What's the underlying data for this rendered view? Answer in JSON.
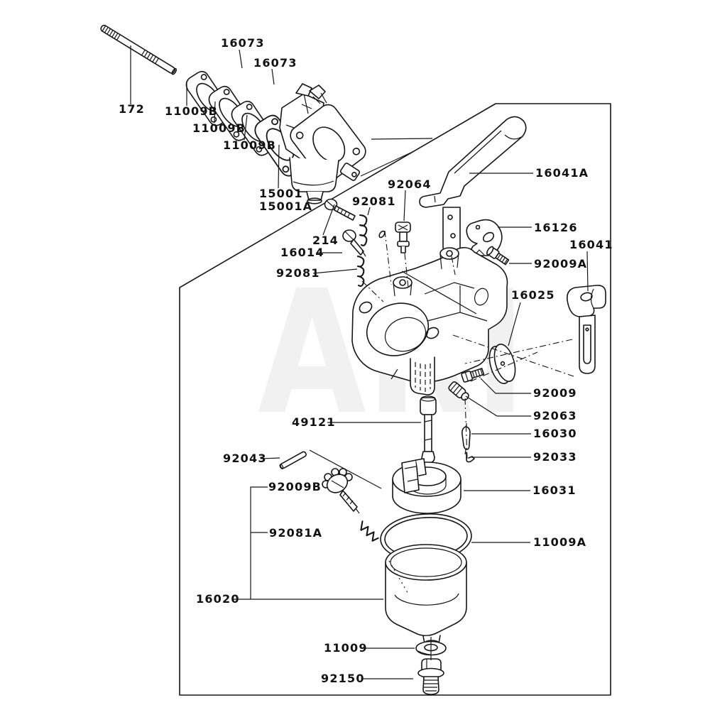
{
  "diagram": {
    "watermark": "ARI",
    "colors": {
      "line": "#161616",
      "background": "#ffffff",
      "watermark": "#f1f1f1"
    },
    "labels": [
      {
        "part": "16073",
        "text": "16073"
      },
      {
        "part": "16073",
        "text": "16073"
      },
      {
        "part": "172",
        "text": "172"
      },
      {
        "part": "11009B",
        "text": "11009B"
      },
      {
        "part": "11009B",
        "text": "11009B"
      },
      {
        "part": "11009B",
        "text": "11009B"
      },
      {
        "part": "15001",
        "text": "15001"
      },
      {
        "part": "15001A",
        "text": "15001A"
      },
      {
        "part": "92064",
        "text": "92064"
      },
      {
        "part": "92081",
        "text": "92081"
      },
      {
        "part": "214",
        "text": "214"
      },
      {
        "part": "16014",
        "text": "16014"
      },
      {
        "part": "92081",
        "text": "92081"
      },
      {
        "part": "16041A",
        "text": "16041A"
      },
      {
        "part": "16126",
        "text": "16126"
      },
      {
        "part": "16041",
        "text": "16041"
      },
      {
        "part": "92009A",
        "text": "92009A"
      },
      {
        "part": "16025",
        "text": "16025"
      },
      {
        "part": "92009",
        "text": "92009"
      },
      {
        "part": "92063",
        "text": "92063"
      },
      {
        "part": "16030",
        "text": "16030"
      },
      {
        "part": "92033",
        "text": "92033"
      },
      {
        "part": "49121",
        "text": "49121"
      },
      {
        "part": "92043",
        "text": "92043"
      },
      {
        "part": "92009B",
        "text": "92009B"
      },
      {
        "part": "16031",
        "text": "16031"
      },
      {
        "part": "92081A",
        "text": "92081A"
      },
      {
        "part": "11009A",
        "text": "11009A"
      },
      {
        "part": "16020",
        "text": "16020"
      },
      {
        "part": "11009",
        "text": "11009"
      },
      {
        "part": "92150",
        "text": "92150"
      }
    ]
  }
}
